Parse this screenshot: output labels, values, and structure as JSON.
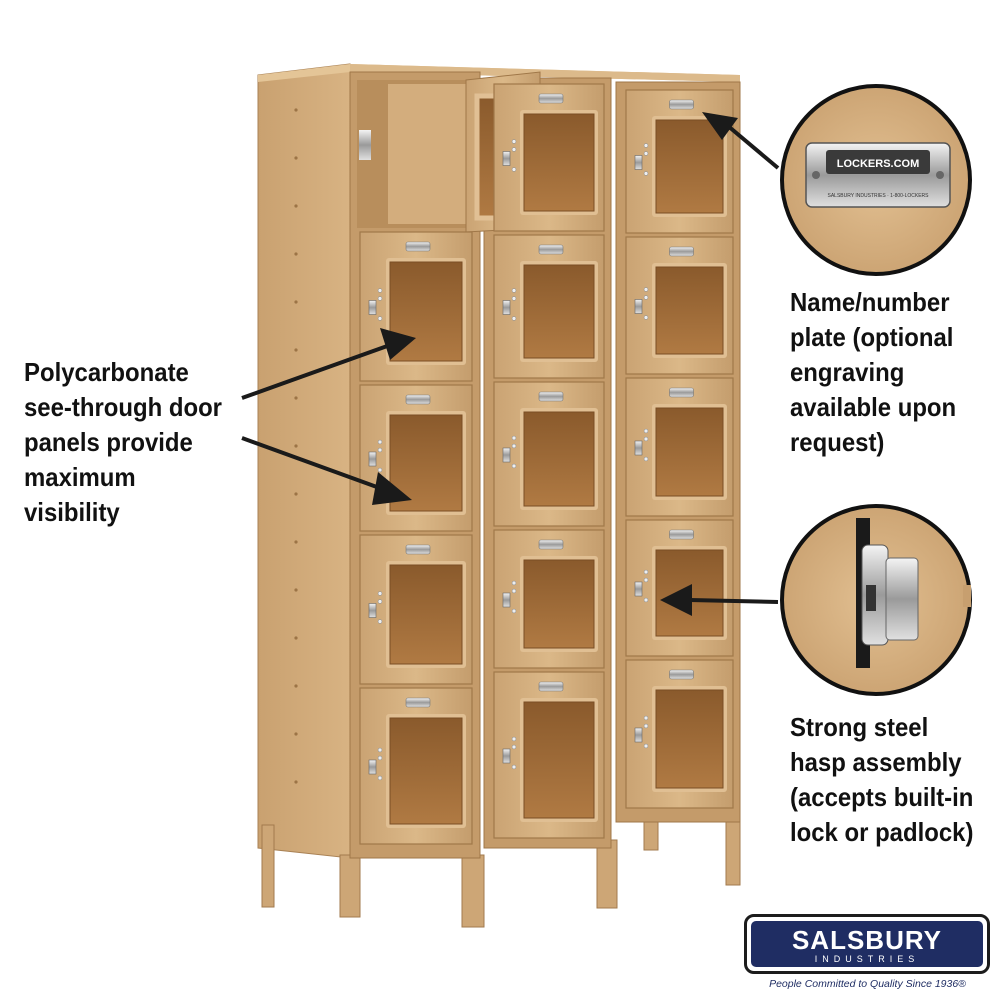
{
  "callouts": {
    "door_panels": "Polycarbonate\nsee-through door\npanels provide\nmaximum\nvisibility",
    "name_plate": "Name/number\nplate (optional\nengraving\navailable upon\nrequest)",
    "hasp": "Strong steel\nhasp assembly\n(accepts built-in\nlock or padlock)"
  },
  "nameplate_detail": {
    "title": "LOCKERS.COM",
    "subtitle": "SALSBURY INDUSTRIES · 1-800-LOCKERS"
  },
  "logo": {
    "word": "SALSBURY",
    "sub": "INDUSTRIES",
    "tagline": "People Committed to Quality Since 1936®"
  },
  "product": {
    "columns": 3,
    "rows": 5,
    "color": "#d3ad7d"
  }
}
